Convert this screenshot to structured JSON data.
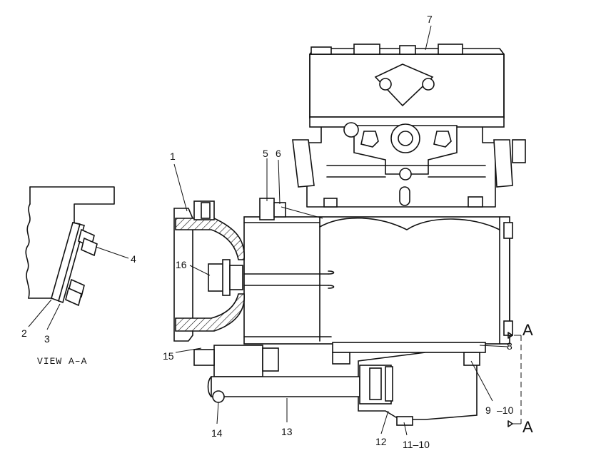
{
  "callouts": {
    "c1": "1",
    "c2": "2",
    "c3": "3",
    "c4": "4",
    "c5": "5",
    "c6": "6",
    "c7": "7",
    "c8": "8",
    "c9": "9",
    "c10a": "–10",
    "c11": "11–10",
    "c12": "12",
    "c13": "13",
    "c14": "14",
    "c15": "15",
    "c16": "16"
  },
  "section_marks": {
    "top": "A",
    "bottom": "A"
  },
  "view_caption": "VIEW A–A"
}
